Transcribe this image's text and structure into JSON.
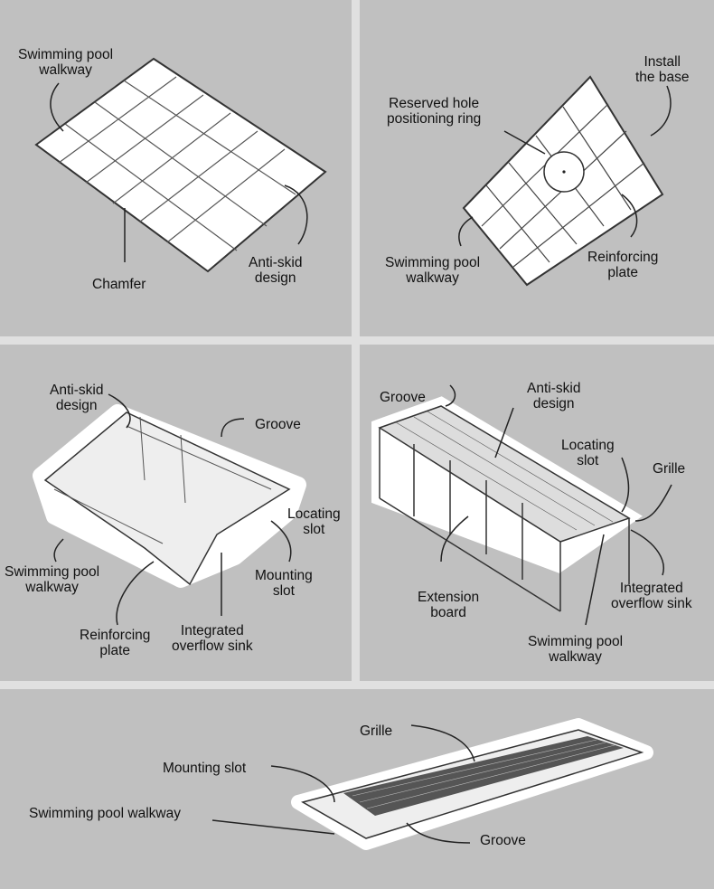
{
  "panels": [
    {
      "labels": {
        "walkway": "Swimming pool\nwalkway",
        "chamfer": "Chamfer",
        "antiskid": "Anti-skid\ndesign"
      }
    },
    {
      "labels": {
        "install": "Install\nthe base",
        "hole": "Reserved hole\npositioning ring",
        "walkway": "Swimming pool\nwalkway",
        "reinforcing": "Reinforcing\nplate"
      }
    },
    {
      "labels": {
        "antiskid": "Anti-skid\ndesign",
        "groove": "Groove",
        "locating": "Locating\nslot",
        "walkway": "Swimming pool\nwalkway",
        "mounting": "Mounting\nslot",
        "reinforcing": "Reinforcing\nplate",
        "sink": "Integrated\noverflow sink"
      }
    },
    {
      "labels": {
        "groove": "Groove",
        "antiskid": "Anti-skid\ndesign",
        "locating": "Locating\nslot",
        "grille": "Grille",
        "extension": "Extension\nboard",
        "sink": "Integrated\noverflow sink",
        "walkway": "Swimming pool\nwalkway"
      }
    },
    {
      "labels": {
        "grille": "Grille",
        "mounting": "Mounting slot",
        "walkway": "Swimming pool walkway",
        "groove": "Groove"
      }
    }
  ]
}
